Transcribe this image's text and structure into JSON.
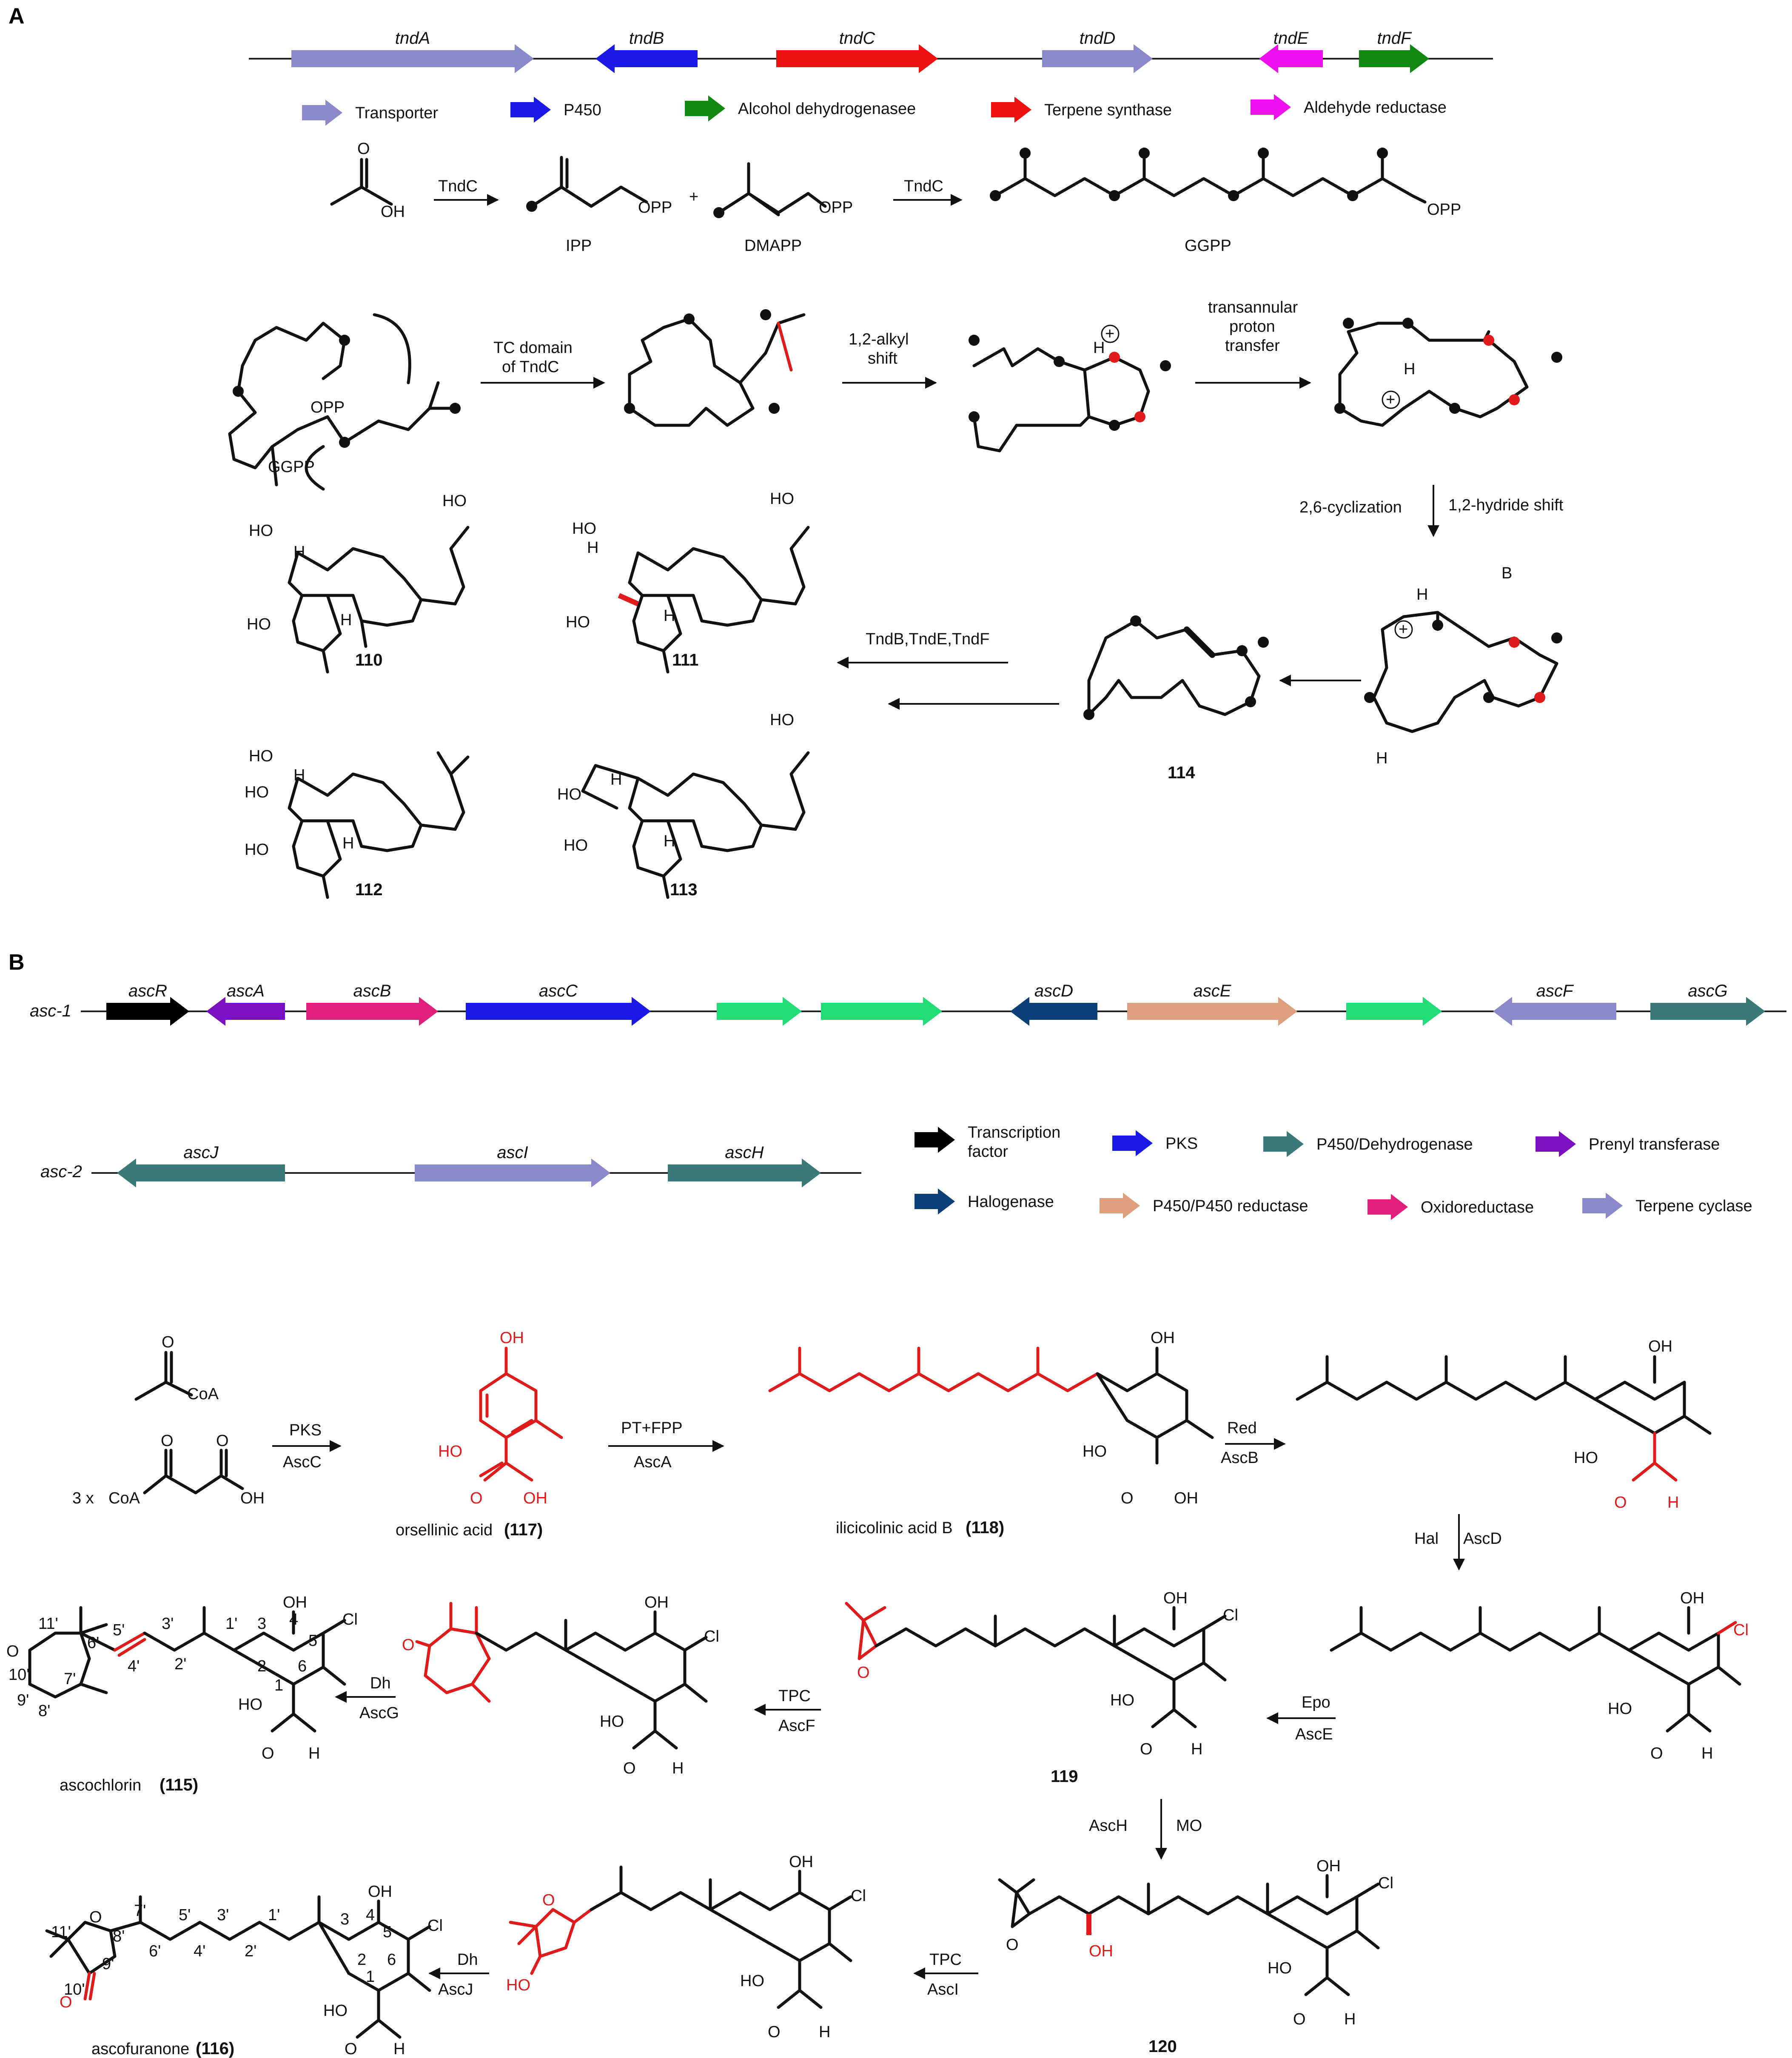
{
  "panels": [
    "A",
    "B"
  ],
  "panelA": {
    "genes": [
      {
        "label": "tndA",
        "color": "#8a8acb"
      },
      {
        "label": "tndB",
        "color": "#1a1ae6"
      },
      {
        "label": "tndC",
        "color": "#ee1111"
      },
      {
        "label": "tndD",
        "color": "#8a8acb"
      },
      {
        "label": "tndE",
        "color": "#ee11ee"
      },
      {
        "label": "tndF",
        "color": "#118811"
      }
    ],
    "legend": [
      {
        "label": "Transporter",
        "color": "#8a8acb"
      },
      {
        "label": "P450",
        "color": "#1a1ae6"
      },
      {
        "label": "Alcohol dehydrogenasee",
        "color": "#118811"
      },
      {
        "label": "Terpene synthase",
        "color": "#ee1111"
      },
      {
        "label": "Aldehyde reductase",
        "color": "#ee11ee"
      }
    ],
    "row1": {
      "enzyme1": "TndC",
      "enzyme2": "TndC",
      "plus": "+",
      "ipp": "IPP",
      "dmapp": "DMAPP",
      "ggpp": "GGPP",
      "opp": "OPP",
      "oh": "OH",
      "o": "O"
    },
    "row2": {
      "ggpp": "GGPP",
      "opp": "OPP",
      "step1_line1": "TC domain",
      "step1_line2": "of TndC",
      "step2_line1": "1,2-alkyl",
      "step2_line2": "shift",
      "step3_line1": "transannular",
      "step3_line2": "proton",
      "step3_line3": "transfer",
      "h": "H",
      "plus_charge": "+"
    },
    "row3": {
      "cyclization": "2,6-cyclization",
      "hydride": "1,2-hydride shift",
      "base": "B",
      "enzymes": "TndB,TndE,TndF",
      "cmp114": "114",
      "cmp110": "110",
      "cmp111": "111",
      "cmp112": "112",
      "cmp113": "113",
      "ho": "HO",
      "h": "H"
    }
  },
  "panelB": {
    "cluster1_label": "asc-1",
    "cluster2_label": "asc-2",
    "genes1": [
      {
        "label": "ascR",
        "color": "#000000"
      },
      {
        "label": "ascA",
        "color": "#7a10c0"
      },
      {
        "label": "ascB",
        "color": "#e0207a"
      },
      {
        "label": "ascC",
        "color": "#1a1ae6"
      },
      {
        "label": "",
        "color": "#22dd77"
      },
      {
        "label": "",
        "color": "#22dd77"
      },
      {
        "label": "ascD",
        "color": "#0b3f78"
      },
      {
        "label": "ascE",
        "color": "#dfa07f"
      },
      {
        "label": "",
        "color": "#22dd77"
      },
      {
        "label": "ascF",
        "color": "#8a8acb"
      },
      {
        "label": "ascG",
        "color": "#3a7a78"
      }
    ],
    "genes2": [
      {
        "label": "ascJ",
        "color": "#3a7a78"
      },
      {
        "label": "ascI",
        "color": "#8a8acb"
      },
      {
        "label": "ascH",
        "color": "#3a7a78"
      }
    ],
    "legend": [
      {
        "label": "Transcription factor",
        "line1": "Transcription",
        "line2": "factor",
        "color": "#000000"
      },
      {
        "label": "PKS",
        "color": "#1a1ae6"
      },
      {
        "label": "P450/Dehydrogenase",
        "color": "#3a7a78"
      },
      {
        "label": "Prenyl transferase",
        "color": "#7a10c0"
      },
      {
        "label": "Halogenase",
        "color": "#0b3f78"
      },
      {
        "label": "P450/P450 reductase",
        "color": "#dfa07f"
      },
      {
        "label": "Oxidoreductase",
        "color": "#e0207a"
      },
      {
        "label": "Terpene cyclase",
        "color": "#8a8acb"
      }
    ],
    "reactions": {
      "pks": "PKS",
      "ascC": "AscC",
      "ptfpp": "PT+FPP",
      "ascA": "AscA",
      "red": "Red",
      "ascB": "AscB",
      "hal": "Hal",
      "ascD": "AscD",
      "epo": "Epo",
      "ascE": "AscE",
      "tpc1": "TPC",
      "ascF": "AscF",
      "dh1": "Dh",
      "ascG": "AscG",
      "asch": "AscH",
      "mo": "MO",
      "tpc2": "TPC",
      "ascI": "AscI",
      "dh2": "Dh",
      "ascJ": "AscJ"
    },
    "compounds": {
      "coa": "CoA",
      "three_x": "3 x",
      "orsellinic": "orsellinic acid",
      "orsellinic_num": "(117)",
      "ilicicolinic": "ilicicolinic acid B",
      "ilicicolinic_num": "(118)",
      "ascochlorin": "ascochlorin",
      "ascochlorin_num": "(115)",
      "ascofuranone": "ascofuranone",
      "ascofuranone_num": "(116)",
      "c119": "119",
      "c120": "120",
      "oh": "OH",
      "ho": "HO",
      "o": "O",
      "h": "H",
      "cl": "Cl"
    },
    "atom_numbers_115": [
      "11'",
      "10'",
      "9'",
      "8'",
      "7'",
      "6'",
      "5'",
      "4'",
      "3'",
      "2'",
      "1'",
      "3",
      "4",
      "5",
      "6",
      "1",
      "2"
    ],
    "atom_numbers_116": [
      "11'",
      "10'",
      "9'",
      "8'",
      "7'",
      "6'",
      "5'",
      "4'",
      "3'",
      "2'",
      "1'",
      "3",
      "4",
      "5",
      "6",
      "1",
      "2"
    ]
  }
}
